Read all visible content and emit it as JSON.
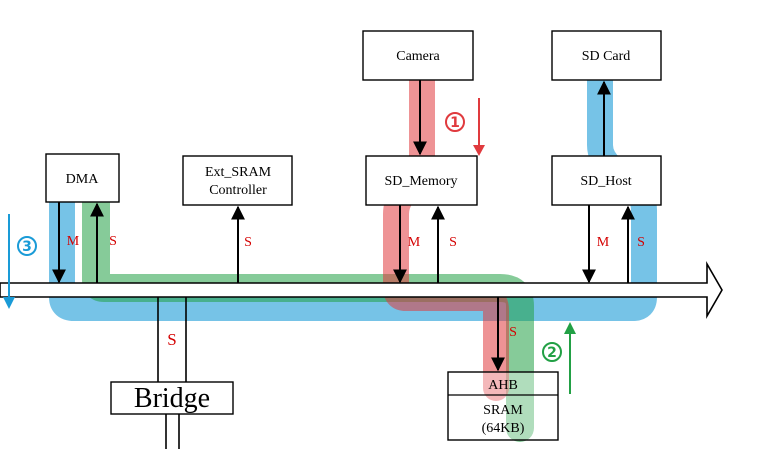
{
  "blocks": {
    "camera": "Camera",
    "sd_card": "SD Card",
    "dma": "DMA",
    "ext_sram_line1": "Ext_SRAM",
    "ext_sram_line2": "Controller",
    "sd_memory": "SD_Memory",
    "sd_host": "SD_Host",
    "bridge": "Bridge",
    "ahb": "AHB",
    "sram_line1": "SRAM",
    "sram_line2": "(64KB)"
  },
  "port_labels": {
    "master": "M",
    "slave": "S"
  },
  "paths": [
    {
      "number": "1",
      "color": "#e03a3e"
    },
    {
      "number": "2",
      "color": "#22a045"
    },
    {
      "number": "3",
      "color": "#1a9bd7"
    }
  ]
}
